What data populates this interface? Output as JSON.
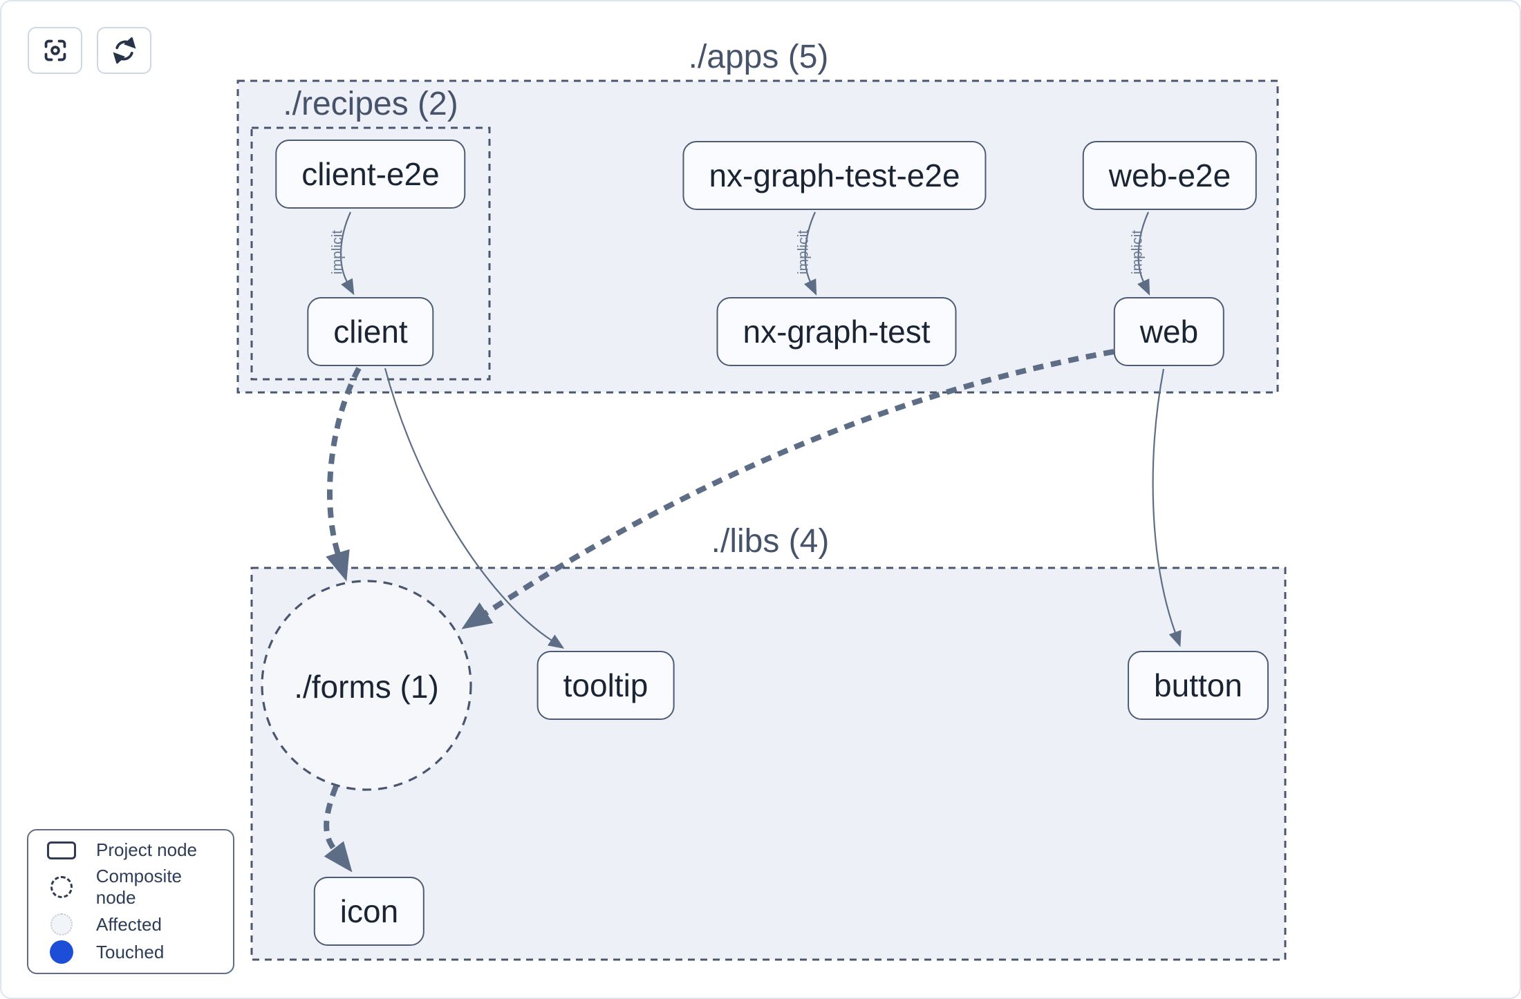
{
  "toolbar": {
    "buttons": [
      {
        "name": "focus",
        "icon": "focus-icon"
      },
      {
        "name": "refresh",
        "icon": "refresh-icon"
      }
    ]
  },
  "groups": {
    "apps": {
      "label": "./apps (5)"
    },
    "recipes": {
      "label": "./recipes (2)"
    },
    "libs": {
      "label": "./libs (4)"
    },
    "forms": {
      "label": "./forms (1)"
    }
  },
  "nodes": {
    "client_e2e": {
      "label": "client-e2e"
    },
    "nx_graph_test_e2e": {
      "label": "nx-graph-test-e2e"
    },
    "web_e2e": {
      "label": "web-e2e"
    },
    "client": {
      "label": "client"
    },
    "nx_graph_test": {
      "label": "nx-graph-test"
    },
    "web": {
      "label": "web"
    },
    "tooltip": {
      "label": "tooltip"
    },
    "button": {
      "label": "button"
    },
    "icon": {
      "label": "icon"
    }
  },
  "edges": [
    {
      "from": "client-e2e",
      "to": "client",
      "label": "implicit",
      "style": "thin"
    },
    {
      "from": "nx-graph-test-e2e",
      "to": "nx-graph-test",
      "label": "implicit",
      "style": "thin"
    },
    {
      "from": "web-e2e",
      "to": "web",
      "label": "implicit",
      "style": "thin"
    },
    {
      "from": "client",
      "to": "./forms (1)",
      "label": "",
      "style": "thick-dashed"
    },
    {
      "from": "client",
      "to": "tooltip",
      "label": "",
      "style": "thin"
    },
    {
      "from": "web",
      "to": "./forms (1)",
      "label": "",
      "style": "thick-dashed"
    },
    {
      "from": "web",
      "to": "button",
      "label": "",
      "style": "thin"
    },
    {
      "from": "./forms (1)",
      "to": "icon",
      "label": "",
      "style": "thick-dashed"
    }
  ],
  "legend": {
    "items": [
      {
        "label": "Project node",
        "swatch": "project-rect-outline"
      },
      {
        "label": "Composite node",
        "swatch": "dashed-circle-outline"
      },
      {
        "label": "Affected",
        "swatch": "light-dotted-circle"
      },
      {
        "label": "Touched",
        "swatch": "blue-filled-circle"
      }
    ]
  },
  "colors": {
    "touched_blue": "#1d4ed8",
    "affected_fill": "#f1f4f9",
    "group_fill": "#edf0f6",
    "composite_fill": "#f5f7fb",
    "node_fill": "#fafbfe",
    "dash_border": "#4a566e",
    "edge": "#5d6d86",
    "text_dark": "#1a2433",
    "text_slate": "#46536b"
  }
}
